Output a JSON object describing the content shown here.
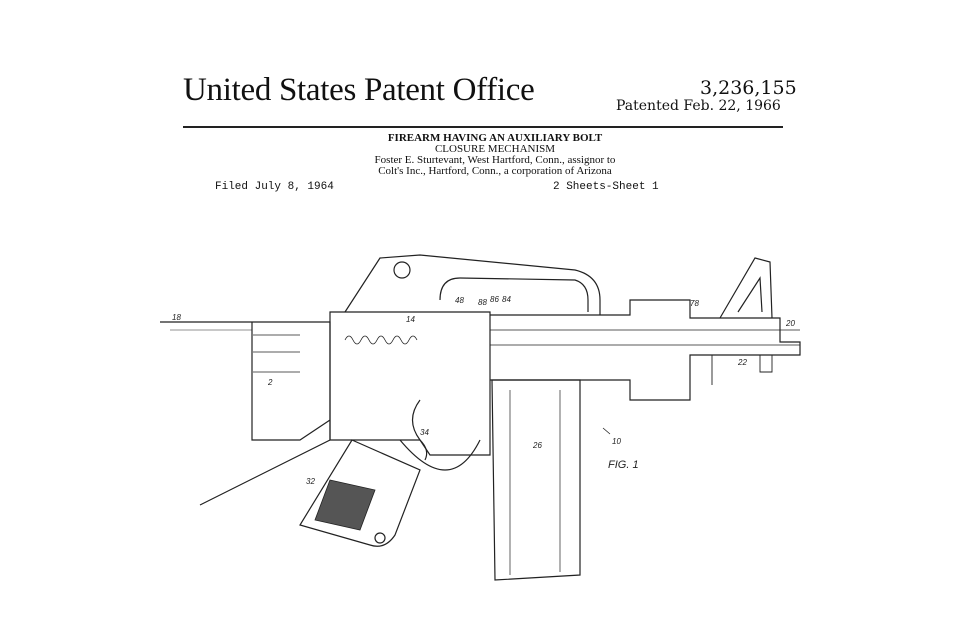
{
  "header": {
    "office": "United States Patent Office",
    "patent_number": "3,236,155",
    "patented": "Patented Feb. 22, 1966"
  },
  "title": {
    "line1": "FIREARM HAVING AN AUXILIARY BOLT",
    "line2": "CLOSURE MECHANISM",
    "inventor": "Foster E. Sturtevant, West Hartford, Conn., assignor to",
    "assignee": "Colt's Inc., Hartford, Conn., a corporation of Arizona"
  },
  "filed": "Filed July 8, 1964",
  "sheets": "2 Sheets-Sheet 1",
  "figure": {
    "caption": "FIG. 1",
    "ref_main": "10",
    "refs": [
      "18",
      "20",
      "22",
      "26",
      "32",
      "14",
      "34",
      "48",
      "78",
      "84",
      "86",
      "88",
      "2"
    ]
  }
}
